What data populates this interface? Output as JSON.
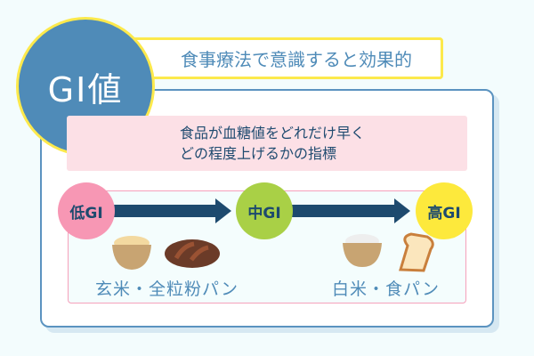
{
  "badge": {
    "title": "GI値"
  },
  "subtitle": "食事療法で意識すると効果的",
  "description": {
    "line1": "食品が血糖値をどれだけ早く",
    "line2": "どの程度上げるかの指標"
  },
  "levels": [
    {
      "label": "低GI",
      "color": "#f797b4"
    },
    {
      "label": "中GI",
      "color": "#a9d046"
    },
    {
      "label": "高GI",
      "color": "#fde93c"
    }
  ],
  "foods": {
    "low": "玄米・全粒粉パン",
    "high": "白米・食パン"
  },
  "colors": {
    "primary": "#4f8bb8",
    "accent": "#fce94c",
    "arrow": "#1d4a6e"
  }
}
